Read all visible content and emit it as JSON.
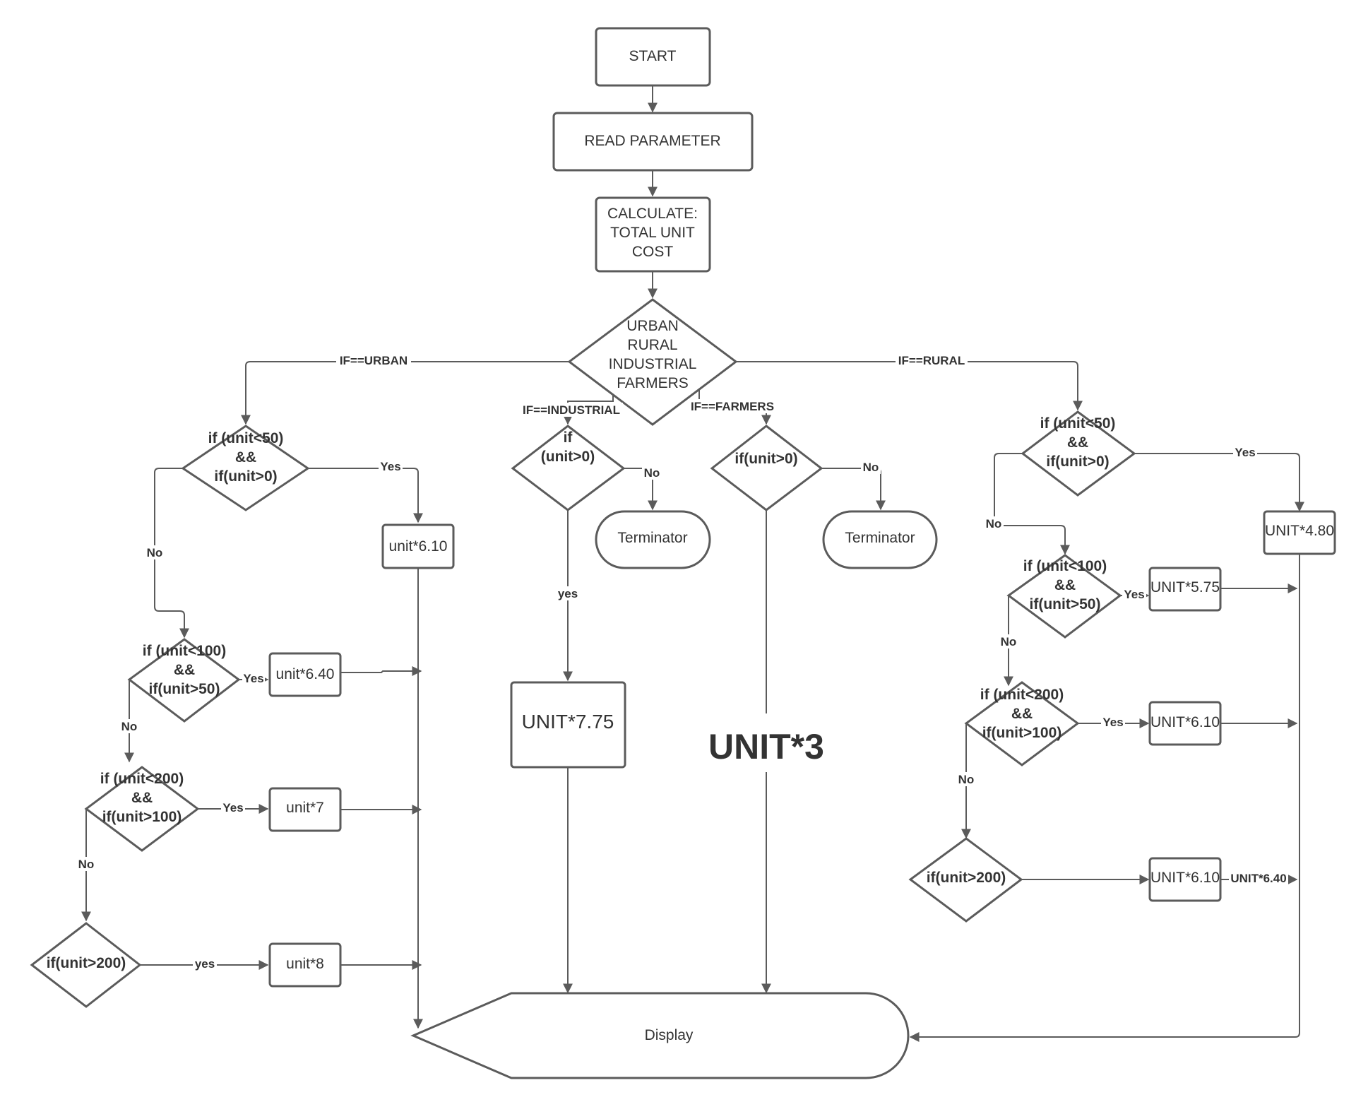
{
  "diagram": {
    "nodes": {
      "start": "START",
      "read": "READ PARAMETER",
      "calc": [
        "CALCULATE:",
        "TOTAL UNIT",
        "COST"
      ],
      "category": [
        "URBAN",
        "RURAL",
        "INDUSTRIAL",
        "FARMERS"
      ],
      "urban_c1": [
        "if (unit<50)",
        "&&",
        "if(unit>0)"
      ],
      "urban_r1": "unit*6.10",
      "urban_c2": [
        "if (unit<100)",
        "&&",
        "if(unit>50)"
      ],
      "urban_r2": "unit*6.40",
      "urban_c3": [
        "if (unit<200)",
        "&&",
        "if(unit>100)"
      ],
      "urban_r3": "unit*7",
      "urban_c4": "if(unit>200)",
      "urban_r4": "unit*8",
      "ind_cond": [
        "if",
        "(unit>0)"
      ],
      "ind_term": "Terminator",
      "ind_result": "UNIT*7.75",
      "farm_cond": "if(unit>0)",
      "farm_term": "Terminator",
      "farm_result": "UNIT*3",
      "rural_c1": [
        "if (unit<50)",
        "&&",
        "if(unit>0)"
      ],
      "rural_r1": "UNIT*4.80",
      "rural_c2": [
        "if (unit<100)",
        "&&",
        "if(unit>50)"
      ],
      "rural_r2": "UNIT*5.75",
      "rural_c3": [
        "if (unit<200)",
        "&&",
        "if(unit>100)"
      ],
      "rural_r3": "UNIT*6.10",
      "rural_c4": "if(unit>200)",
      "rural_r4": "UNIT*6.10",
      "display": "Display"
    },
    "edge_labels": {
      "if_urban": "IF==URBAN",
      "if_rural": "IF==RURAL",
      "if_industrial": "IF==INDUSTRIAL",
      "if_farmers": "IF==FARMERS",
      "urban_yes1": "Yes",
      "urban_no1": "No",
      "urban_yes2": "Yes",
      "urban_no2": "No",
      "urban_yes3": "Yes",
      "urban_no3": "No",
      "urban_yes4": "yes",
      "ind_no": "No",
      "ind_yes": "yes",
      "farm_no": "No",
      "rural_yes1": "Yes",
      "rural_no1": "No",
      "rural_yes2": "Yes",
      "rural_no2": "No",
      "rural_yes3": "Yes",
      "rural_no3": "No",
      "rural_r4_out": "UNIT*6.40"
    }
  }
}
